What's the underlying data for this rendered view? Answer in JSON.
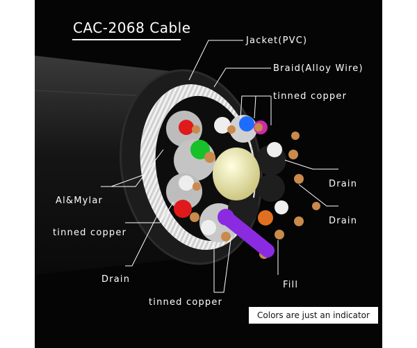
{
  "title": "CAC-2068 Cable",
  "labels": {
    "jacket": "Jacket(PVC)",
    "braid": "Braid(Alloy Wire)",
    "tinned_copper_top": "tinned copper",
    "drain_right_1": "Drain",
    "drain_right_2": "Drain",
    "al_mylar": "Al&Mylar",
    "tinned_copper_left": "tinned copper",
    "drain_left": "Drain",
    "fill": "Fill",
    "tinned_copper_bottom": "tinned copper"
  },
  "note": "Colors are just an indicator",
  "colors": {
    "background": "#050505",
    "jacket": "#1a1a1a",
    "braid": "#d9d9d9",
    "foil": "#c8c8c8",
    "fill": "#f2efb0",
    "copper": "#c98a4b",
    "wire_red": "#e01a1a",
    "wire_green": "#18c02a",
    "wire_blue": "#1e6cff",
    "wire_purple": "#8a2be2",
    "wire_magenta": "#d02aa8",
    "wire_orange": "#e07020"
  }
}
